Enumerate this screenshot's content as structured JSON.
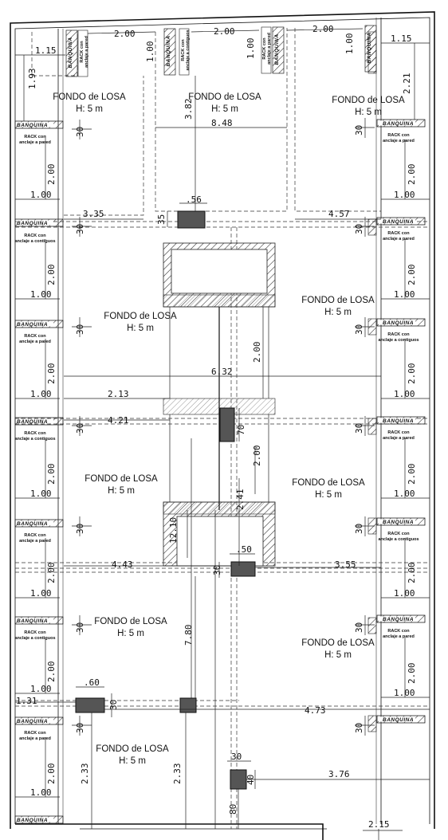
{
  "labels": {
    "fondo": "FONDO de LOSA",
    "height": "H: 5 m",
    "banquina": "BANQUINA",
    "rack_pared_1": "RACK con",
    "rack_pared_2": "anclaje a pared",
    "rack_contig_1": "RACK con",
    "rack_contig_2": "anclaje a contiguos"
  },
  "dimensions": {
    "d_2_00": "2.00",
    "d_1_00": "1.00",
    "d_1_15": "1.15",
    "d_1_93": "1.93",
    "d_2_21": "2.21",
    "d_3_82": "3.82",
    "d_8_48": "8.48",
    "d_30": "30",
    "d_56": ".56",
    "d_35": "35",
    "d_3_35": "3.35",
    "d_4_57": "4.57",
    "d_6_32": "6.32",
    "d_2_13": "2.13",
    "d_4_21": "4.21",
    "d_70": "70",
    "d_2_41": "2.41",
    "d_12_10": "12.10",
    "d_50": ".50",
    "d_4_43": "4.43",
    "d_3_55": "3.55",
    "d_7_80": "7.80",
    "d_60": ".60",
    "d_1_31": "1.31",
    "d_4_73": "4.73",
    "d_2_33": "2.33",
    "d_40": "40",
    "d_3_76": "3.76",
    "d_80": "80",
    "d_2_15": "2.15"
  }
}
